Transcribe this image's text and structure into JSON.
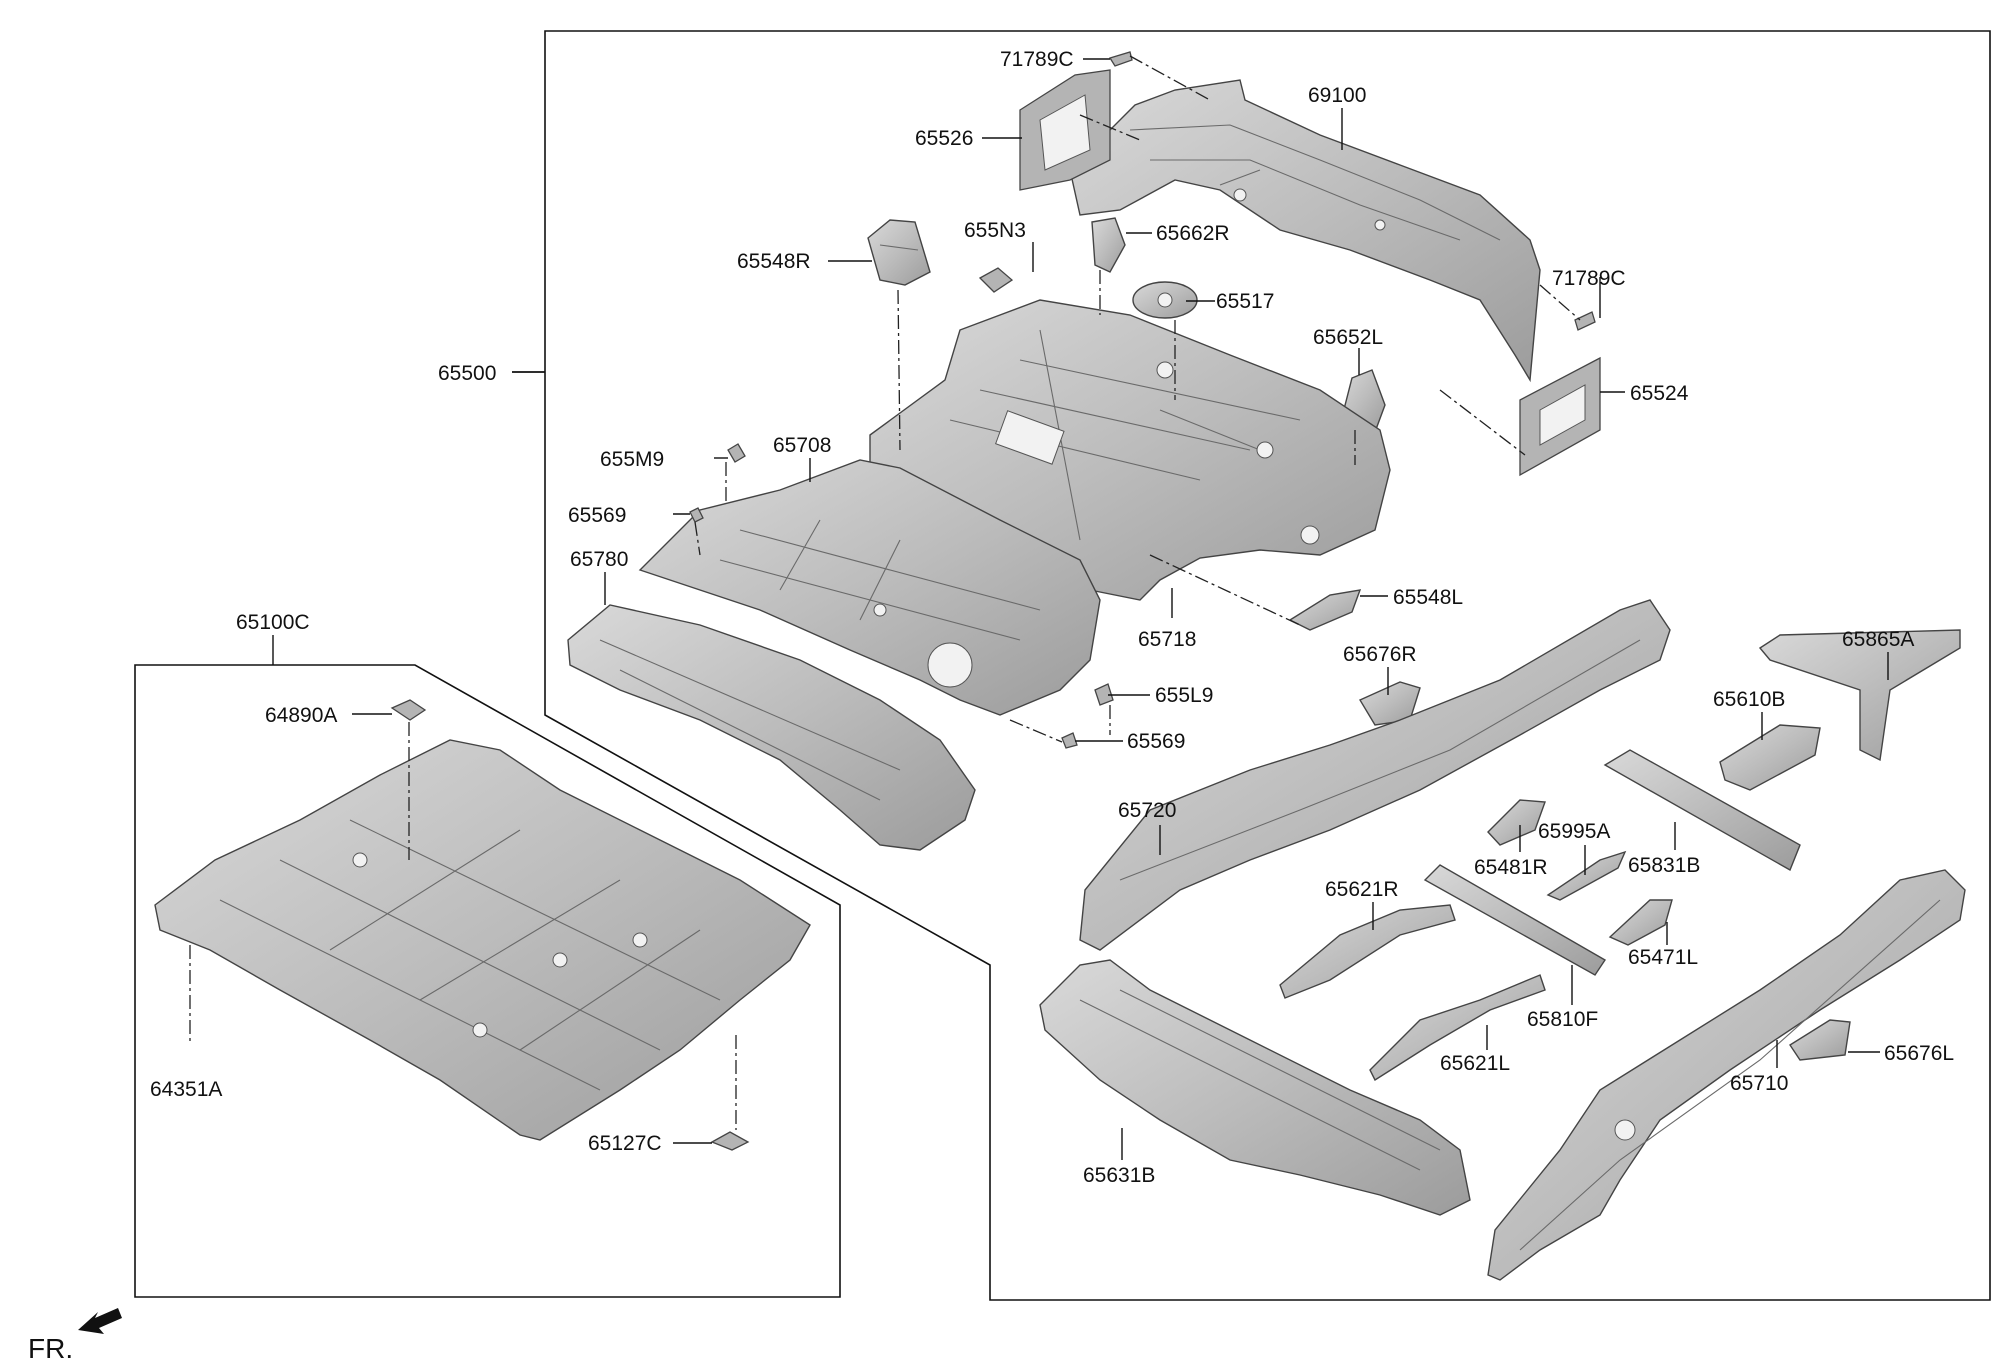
{
  "colors": {
    "part_fill": "#bdbdbd",
    "part_edge": "#444444",
    "line": "#111111"
  },
  "labels": {
    "l_71789C_top": "71789C",
    "l_69100": "69100",
    "l_65526": "65526",
    "l_655N3": "655N3",
    "l_65662R": "65662R",
    "l_65548R": "65548R",
    "l_65517": "65517",
    "l_71789C_right": "71789C",
    "l_65652L": "65652L",
    "l_65500": "65500",
    "l_65524": "65524",
    "l_655M9": "655M9",
    "l_65708": "65708",
    "l_65569_top": "65569",
    "l_65780": "65780",
    "l_65548L": "65548L",
    "l_65718": "65718",
    "l_65100C": "65100C",
    "l_65676R": "65676R",
    "l_65865A": "65865A",
    "l_655L9": "655L9",
    "l_64890A": "64890A",
    "l_65610B": "65610B",
    "l_65569_mid": "65569",
    "l_65720": "65720",
    "l_65995A": "65995A",
    "l_65481R": "65481R",
    "l_65831B": "65831B",
    "l_65621R": "65621R",
    "l_65471L": "65471L",
    "l_65810F": "65810F",
    "l_64351A": "64351A",
    "l_65621L": "65621L",
    "l_65710": "65710",
    "l_65676L": "65676L",
    "l_65127C": "65127C",
    "l_65631B": "65631B",
    "fr": "FR."
  }
}
